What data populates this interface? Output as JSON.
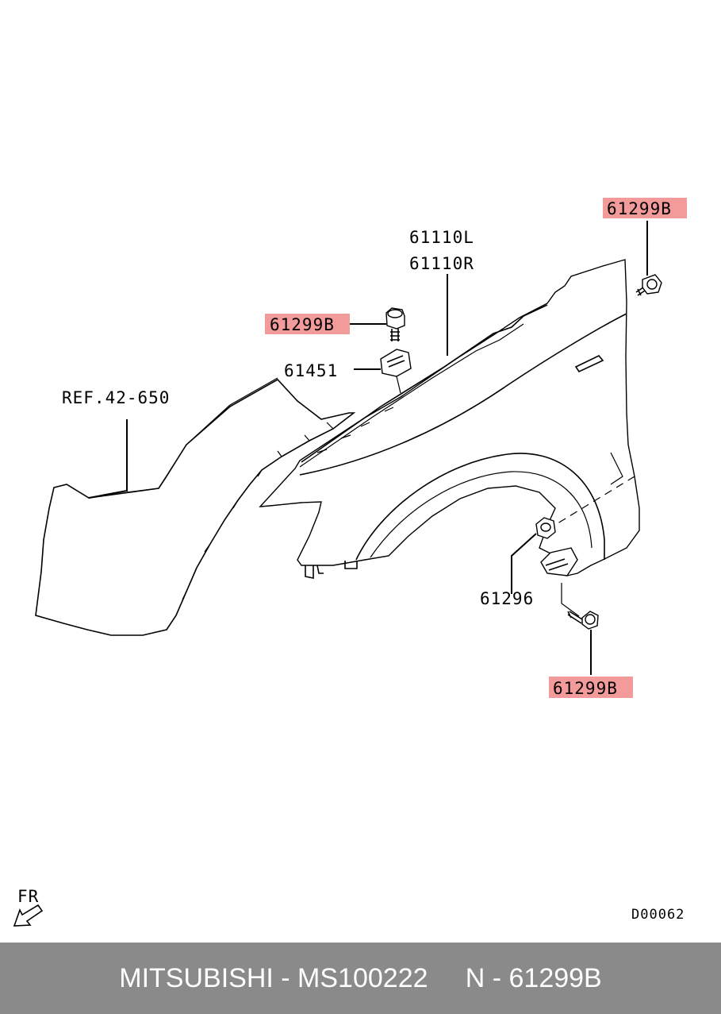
{
  "labels": {
    "ref": "REF.42-650",
    "part_61110L": "61110L",
    "part_61110R": "61110R",
    "bolt_top_right": "61299B",
    "bolt_top_left": "61299B",
    "bracket": "61451",
    "nut": "61296",
    "bolt_bottom": "61299B",
    "front_marker": "FR",
    "drawing_code": "D00062"
  },
  "colors": {
    "highlight": "#f39a9a",
    "footer_bg": "#8a8a8a",
    "footer_text": "#ffffff"
  },
  "footer": {
    "text": "MITSUBISHI - MS100222     N - 61299B"
  }
}
